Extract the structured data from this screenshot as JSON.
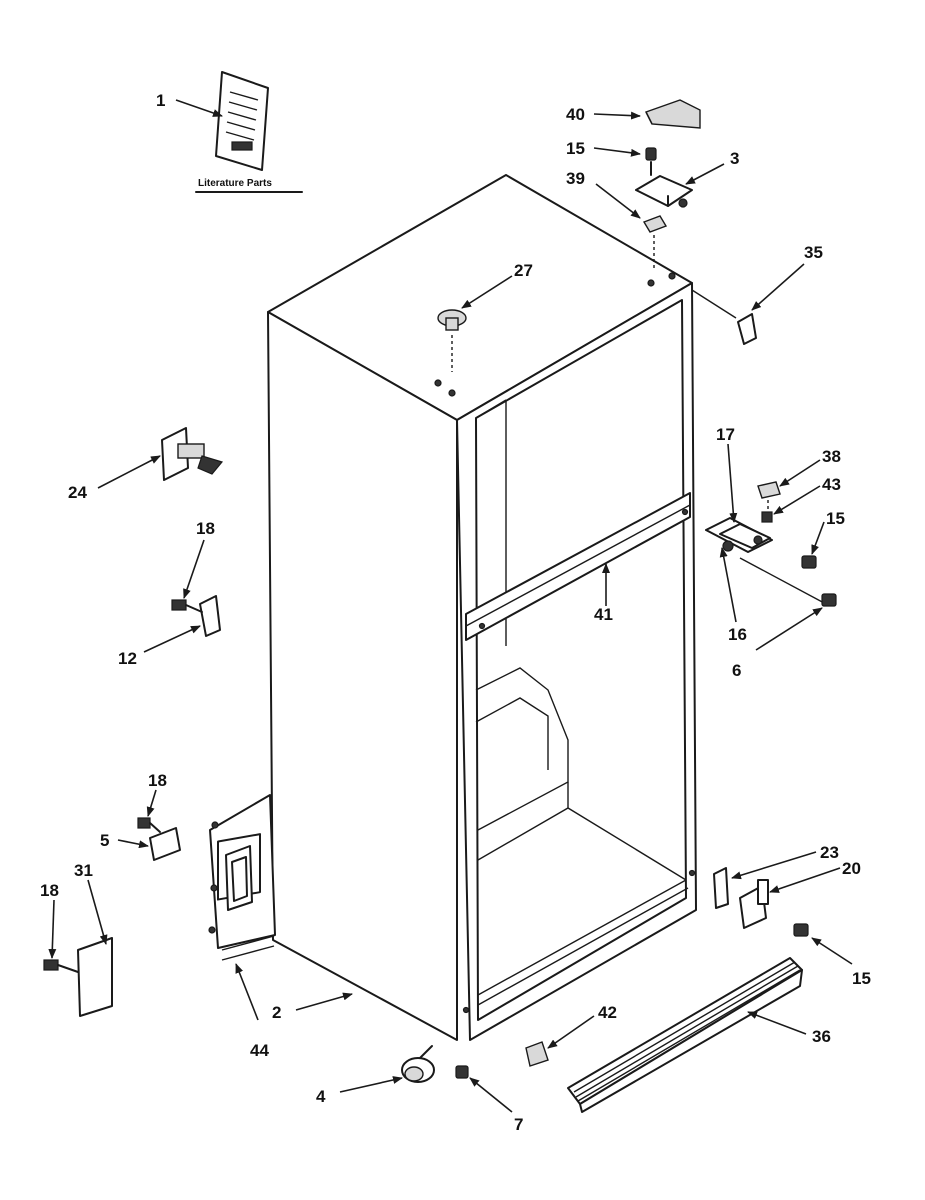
{
  "literature_caption": "Literature Parts",
  "callouts": {
    "c1": "1",
    "c40": "40",
    "c15a": "15",
    "c3": "3",
    "c39": "39",
    "c35": "35",
    "c27": "27",
    "c24": "24",
    "c18a": "18",
    "c12": "12",
    "c17": "17",
    "c38": "38",
    "c43": "43",
    "c15b": "15",
    "c41": "41",
    "c16": "16",
    "c6": "6",
    "c18b": "18",
    "c5": "5",
    "c31": "31",
    "c18c": "18",
    "c23": "23",
    "c20": "20",
    "c15c": "15",
    "c2": "2",
    "c44": "44",
    "c42": "42",
    "c36": "36",
    "c4": "4",
    "c7": "7"
  },
  "colors": {
    "line": "#1a1a1a",
    "background": "#ffffff",
    "shade": "#d9d9d9"
  }
}
